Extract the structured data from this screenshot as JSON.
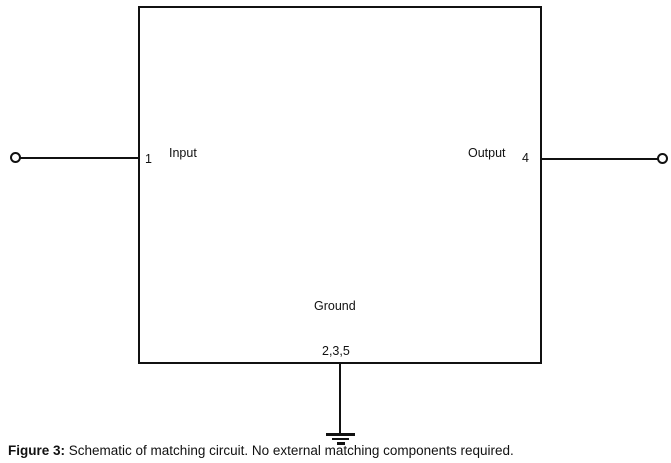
{
  "figure": {
    "caption_prefix": "Figure 3:",
    "caption_text": " Schematic of matching circuit. No external matching components required."
  },
  "schematic": {
    "block": {
      "input_label": "Input",
      "input_pin": "1",
      "output_label": "Output",
      "output_pin": "4",
      "ground_label": "Ground",
      "ground_pins": "2,3,5"
    },
    "colors": {
      "line": "#111111",
      "background": "#ffffff",
      "text": "#111111"
    }
  }
}
